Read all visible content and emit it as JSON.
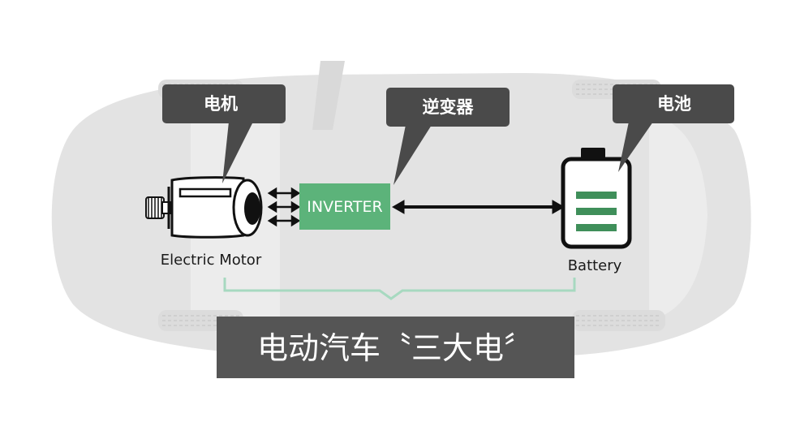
{
  "callouts": {
    "motor_cn": "电机",
    "inverter_cn": "逆变器",
    "battery_cn": "电池"
  },
  "components": {
    "motor_label": "Electric Motor",
    "inverter_label": "INVERTER",
    "battery_label": "Battery"
  },
  "banner": {
    "title": "电动汽车〝三大电〞"
  },
  "colors": {
    "callout_bg": "#4a4a4a",
    "inverter_green": "#5cb37a",
    "battery_bar_green": "#3f8f5a",
    "car_silhouette": "#e3e3e3",
    "bracket_green": "#a7d9c0",
    "banner_bg": "#555555"
  }
}
